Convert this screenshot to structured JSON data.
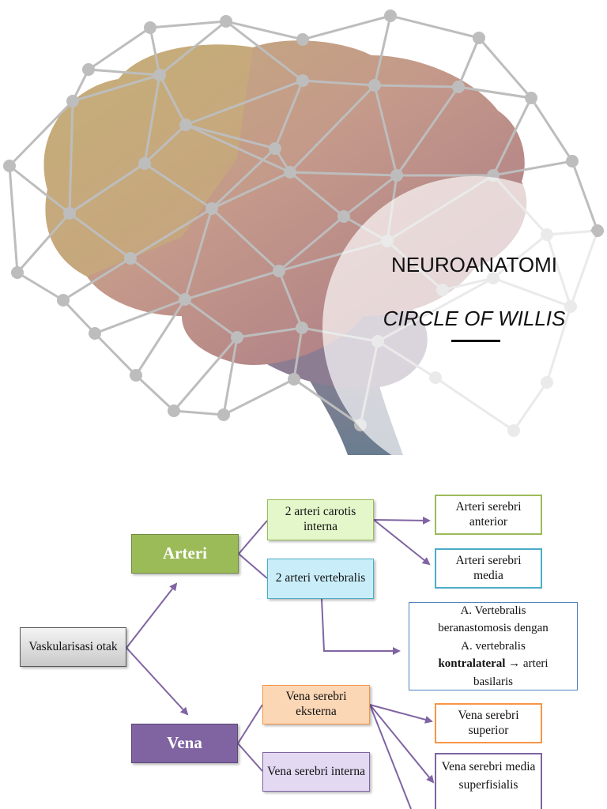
{
  "title": {
    "line1": "NEUROANATOMI",
    "line2": "CIRCLE OF WILLIS"
  },
  "diagram": {
    "root": "Vaskularisasi otak",
    "arteri": {
      "label": "Arteri",
      "carotis": "2 arteri carotis interna",
      "vertebralis": "2 arteri vertebralis",
      "serebri_anterior": "Arteri serebri anterior",
      "serebri_media": "Arteri serebri media",
      "anastomosis": {
        "line1": "A. Vertebralis",
        "line2": "beranastomosis dengan",
        "line3": "A. vertebralis",
        "bold_word": "kontralateral",
        "arrow_text": "→ arteri",
        "line5": "basilaris"
      }
    },
    "vena": {
      "label": "Vena",
      "eksterna": "Vena serebri eksterna",
      "interna": "Vena serebri interna",
      "superior": "Vena serebri superior",
      "media_superfisialis": "Vena serebri media superfisialis"
    }
  },
  "colors": {
    "arteri": "#9bbb59",
    "vena": "#8064a2",
    "connector": "#8064a2",
    "carotis_fill": "#e4f7cb",
    "vertebralis_fill": "#c9eefa",
    "eksterna_fill": "#fcd7b6",
    "interna_fill": "#e3d9f2"
  }
}
